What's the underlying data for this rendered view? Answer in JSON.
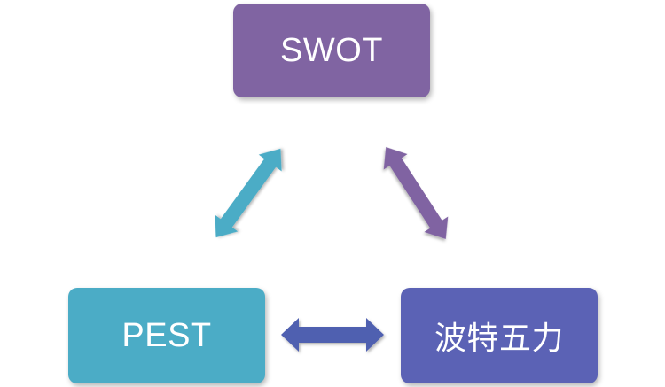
{
  "nodes": {
    "swot": {
      "label": "SWOT",
      "color": "#8064a2"
    },
    "pest": {
      "label": "PEST",
      "color": "#4bacc6"
    },
    "porter": {
      "label": "波特五力",
      "color": "#5b62b5"
    }
  },
  "arrows": {
    "swot_pest": {
      "color": "#4bacc6"
    },
    "swot_porter": {
      "color": "#8064a2"
    },
    "pest_porter": {
      "color": "#5060b0"
    }
  }
}
